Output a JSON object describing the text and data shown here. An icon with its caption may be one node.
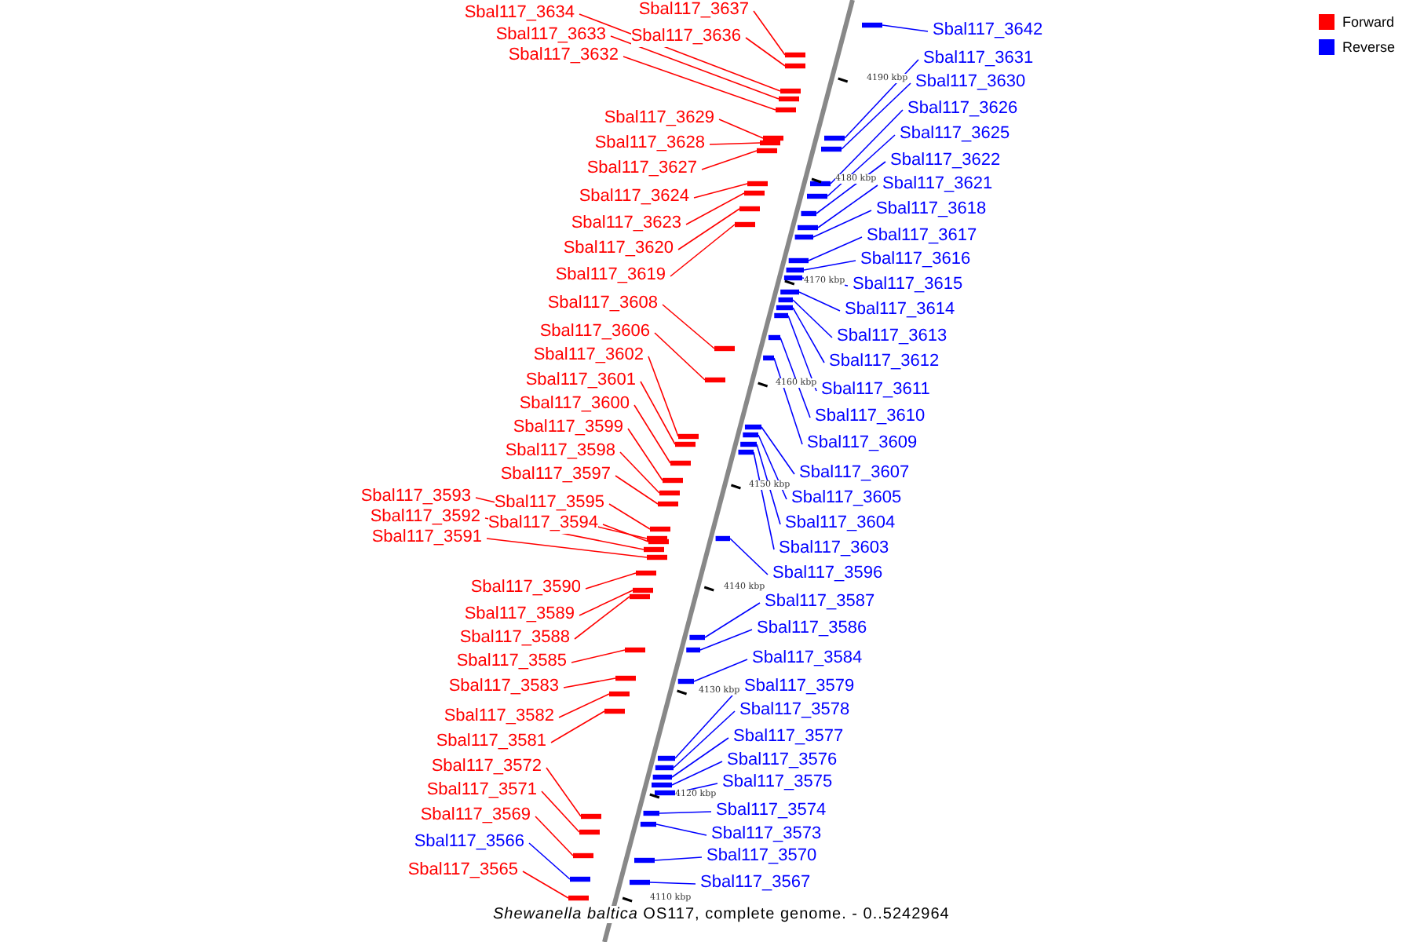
{
  "diagram": {
    "caption": "*Shewanella baltica* OS117, complete genome. - 0..5242964",
    "nodes": [
      {
        "text": [
          "Sbal117_3637"
        ]
      },
      {
        "text": [
          "Sbal117_3634"
        ]
      },
      {
        "text": [
          "Sbal117_3642"
        ]
      },
      {
        "text": [
          "Sbal117_3633"
        ]
      },
      {
        "text": [
          "Sbal117_3636"
        ]
      },
      {
        "text": [
          "Sbal117_3632"
        ]
      },
      {
        "text": [
          "Sbal117_3631"
        ]
      },
      {
        "text": [
          "Sbal117_3630"
        ]
      },
      {
        "text": [
          "Sbal117_3626"
        ]
      },
      {
        "text": [
          "Sbal117_3629"
        ]
      },
      {
        "text": [
          "Sbal117_3625"
        ]
      },
      {
        "text": [
          "Sbal117_3628"
        ]
      },
      {
        "text": [
          "Sbal117_3622"
        ]
      },
      {
        "text": [
          "Sbal117_3627"
        ]
      },
      {
        "text": [
          "Sbal117_3621"
        ]
      },
      {
        "text": [
          "Sbal117_3624"
        ]
      },
      {
        "text": [
          "Sbal117_3618"
        ]
      },
      {
        "text": [
          "Sbal117_3623"
        ]
      },
      {
        "text": [
          "Sbal117_3617"
        ]
      },
      {
        "text": [
          "Sbal117_3620"
        ]
      },
      {
        "text": [
          "Sbal117_3616"
        ]
      },
      {
        "text": [
          "Sbal117_3619"
        ]
      },
      {
        "text": [
          "Sbal117_3615"
        ]
      },
      {
        "text": [
          "Sbal117_3608"
        ]
      },
      {
        "text": [
          "Sbal117_3614"
        ]
      },
      {
        "text": [
          "Sbal117_3606"
        ]
      },
      {
        "text": [
          "Sbal117_3613"
        ]
      },
      {
        "text": [
          "Sbal117_3602"
        ]
      },
      {
        "text": [
          "Sbal117_3612"
        ]
      },
      {
        "text": [
          "Sbal117_3601"
        ]
      },
      {
        "text": [
          "Sbal117_3611"
        ]
      },
      {
        "text": [
          "Sbal117_3600"
        ]
      },
      {
        "text": [
          "Sbal117_3610"
        ]
      },
      {
        "text": [
          "Sbal117_3599"
        ]
      },
      {
        "text": [
          "Sbal117_3609"
        ]
      },
      {
        "text": [
          "Sbal117_3598"
        ]
      },
      {
        "text": [
          "Sbal117_3607"
        ]
      },
      {
        "text": [
          "Sbal117_3597"
        ]
      },
      {
        "text": [
          "Sbal117_3593"
        ]
      },
      {
        "text": [
          "Sbal117_3605"
        ]
      },
      {
        "text": [
          "Sbal117_3595"
        ]
      },
      {
        "text": [
          "Sbal117_3592"
        ]
      },
      {
        "text": [
          "Sbal117_3594"
        ]
      },
      {
        "text": [
          "Sbal117_3604"
        ]
      },
      {
        "text": [
          "Sbal117_3591"
        ]
      },
      {
        "text": [
          "Sbal117_3603"
        ]
      },
      {
        "text": [
          "Sbal117_3596"
        ]
      },
      {
        "text": [
          "Sbal117_3590"
        ]
      },
      {
        "text": [
          "Sbal117_3587"
        ]
      },
      {
        "text": [
          "Sbal117_3589"
        ]
      },
      {
        "text": [
          "Sbal117_3586"
        ]
      },
      {
        "text": [
          "Sbal117_3588"
        ]
      },
      {
        "text": [
          "Sbal117_3584"
        ]
      },
      {
        "text": [
          "Sbal117_3585"
        ]
      },
      {
        "text": [
          "Sbal117_3579"
        ]
      },
      {
        "text": [
          "Sbal117_3583"
        ]
      },
      {
        "text": [
          "Sbal117_3578"
        ]
      },
      {
        "text": [
          "Sbal117_3582"
        ]
      },
      {
        "text": [
          "Sbal117_3577"
        ]
      },
      {
        "text": [
          "Sbal117_3581"
        ]
      },
      {
        "text": [
          "Sbal117_3576"
        ]
      },
      {
        "text": [
          "Sbal117_3572"
        ]
      },
      {
        "text": [
          "Sbal117_3575"
        ]
      },
      {
        "text": [
          "Sbal117_3571"
        ]
      },
      {
        "text": [
          "Sbal117_3574"
        ]
      },
      {
        "text": [
          "Sbal117_3569"
        ]
      },
      {
        "text": [
          "Sbal117_3573"
        ]
      },
      {
        "text": [
          "Sbal117_3566"
        ]
      },
      {
        "text": [
          "Sbal117_3570"
        ]
      },
      {
        "text": [
          "Sbal117_3565"
        ]
      },
      {
        "text": [
          "Sbal117_3567"
        ]
      },
      {
        "text": [],
        "shape": "bar"
      },
      {
        "text": [],
        "shape": "bar"
      },
      {
        "text": [],
        "shape": "bar"
      },
      {
        "text": [],
        "shape": "bar"
      },
      {
        "text": [],
        "shape": "bar"
      },
      {
        "text": [],
        "shape": "bar"
      },
      {
        "text": [],
        "shape": "bar"
      },
      {
        "text": [],
        "shape": "bar"
      },
      {
        "text": [],
        "shape": "bar"
      },
      {
        "text": [],
        "shape": "bar"
      },
      {
        "text": [],
        "shape": "bar"
      },
      {
        "text": [],
        "shape": "bar"
      },
      {
        "text": [],
        "shape": "bar"
      },
      {
        "text": [],
        "shape": "bar"
      },
      {
        "text": [],
        "shape": "bar"
      },
      {
        "text": [],
        "shape": "bar"
      },
      {
        "text": [],
        "shape": "bar"
      },
      {
        "text": [],
        "shape": "bar"
      },
      {
        "text": [],
        "shape": "bar"
      },
      {
        "text": [],
        "shape": "bar"
      },
      {
        "text": [],
        "shape": "bar"
      },
      {
        "text": [],
        "shape": "bar"
      },
      {
        "text": [],
        "shape": "bar"
      },
      {
        "text": [],
        "shape": "bar"
      },
      {
        "text": [],
        "shape": "bar"
      },
      {
        "text": [],
        "shape": "bar"
      },
      {
        "text": [],
        "shape": "bar"
      },
      {
        "text": [],
        "shape": "bar"
      },
      {
        "text": [],
        "shape": "bar"
      },
      {
        "text": [],
        "shape": "bar"
      },
      {
        "text": [],
        "shape": "bar"
      },
      {
        "text": [],
        "shape": "bar"
      },
      {
        "text": [],
        "shape": "bar"
      },
      {
        "text": [],
        "shape": "bar"
      },
      {
        "text": [],
        "shape": "bar"
      },
      {
        "text": [],
        "shape": "bar"
      },
      {
        "text": [],
        "shape": "bar"
      },
      {
        "text": [],
        "shape": "bar"
      },
      {
        "text": [],
        "shape": "bar"
      },
      {
        "text": [],
        "shape": "bar"
      },
      {
        "text": [],
        "shape": "bar"
      },
      {
        "text": [],
        "shape": "bar"
      },
      {
        "text": [],
        "shape": "bar"
      },
      {
        "text": [],
        "shape": "bar"
      },
      {
        "text": [],
        "shape": "bar"
      },
      {
        "text": [],
        "shape": "bar"
      },
      {
        "text": [],
        "shape": "bar"
      },
      {
        "text": [],
        "shape": "bar"
      },
      {
        "text": [],
        "shape": "bar"
      },
      {
        "text": [],
        "shape": "bar"
      },
      {
        "text": [],
        "shape": "bar"
      },
      {
        "text": [],
        "shape": "bar"
      },
      {
        "text": [],
        "shape": "bar"
      },
      {
        "text": [],
        "shape": "bar"
      },
      {
        "text": [],
        "shape": "bar"
      },
      {
        "text": [],
        "shape": "bar"
      },
      {
        "text": [],
        "shape": "bar"
      },
      {
        "text": [],
        "shape": "bar"
      },
      {
        "text": [],
        "shape": "bar"
      },
      {
        "text": [],
        "shape": "bar"
      },
      {
        "text": [],
        "shape": "bar"
      },
      {
        "text": [],
        "shape": "bar"
      },
      {
        "text": [],
        "shape": "bar"
      },
      {
        "text": [],
        "shape": "bar"
      },
      {
        "text": [],
        "shape": "bar"
      },
      {
        "text": [],
        "shape": "bar"
      },
      {
        "text": [],
        "shape": "bar"
      },
      {
        "text": [],
        "shape": "bar"
      },
      {
        "text": [],
        "shape": "bar"
      },
      {
        "text": [],
        "shape": "bar"
      },
      {
        "text": [],
        "shape": "bar"
      }
    ],
    "edges": [
      {
        "from": 0,
        "to": 71,
        "arrow": "none"
      },
      {
        "from": 1,
        "to": 72,
        "arrow": "none"
      },
      {
        "from": 2,
        "to": 73,
        "arrow": "none",
        "color": "#0000ff"
      },
      {
        "from": 3,
        "to": 74,
        "arrow": "none"
      },
      {
        "from": 4,
        "to": 75,
        "arrow": "none"
      },
      {
        "from": 5,
        "to": 76,
        "arrow": "none"
      },
      {
        "from": 6,
        "to": 77,
        "arrow": "none",
        "color": "#0000ff"
      },
      {
        "from": 7,
        "to": 78,
        "arrow": "none",
        "color": "#0000ff"
      },
      {
        "from": 8,
        "to": 79,
        "arrow": "none",
        "color": "#0000ff"
      },
      {
        "from": 9,
        "to": 80,
        "arrow": "none"
      },
      {
        "from": 10,
        "to": 81,
        "arrow": "none",
        "color": "#0000ff"
      },
      {
        "from": 11,
        "to": 82,
        "arrow": "none"
      },
      {
        "from": 12,
        "to": 83,
        "arrow": "none",
        "color": "#0000ff"
      },
      {
        "from": 13,
        "to": 84,
        "arrow": "none"
      },
      {
        "from": 14,
        "to": 85,
        "arrow": "none",
        "color": "#0000ff"
      },
      {
        "from": 15,
        "to": 86,
        "arrow": "none"
      },
      {
        "from": 16,
        "to": 87,
        "arrow": "none",
        "color": "#0000ff"
      },
      {
        "from": 17,
        "to": 88,
        "arrow": "none"
      },
      {
        "from": 18,
        "to": 89,
        "arrow": "none",
        "color": "#0000ff"
      },
      {
        "from": 19,
        "to": 90,
        "arrow": "none"
      },
      {
        "from": 20,
        "to": 91,
        "arrow": "none",
        "color": "#0000ff"
      },
      {
        "from": 21,
        "to": 92,
        "arrow": "none"
      },
      {
        "from": 22,
        "to": 93,
        "arrow": "none",
        "color": "#0000ff"
      },
      {
        "from": 23,
        "to": 94,
        "arrow": "none"
      },
      {
        "from": 24,
        "to": 95,
        "arrow": "none",
        "color": "#0000ff"
      },
      {
        "from": 25,
        "to": 96,
        "arrow": "none"
      },
      {
        "from": 26,
        "to": 97,
        "arrow": "none",
        "color": "#0000ff"
      },
      {
        "from": 27,
        "to": 98,
        "arrow": "none"
      },
      {
        "from": 28,
        "to": 99,
        "arrow": "none",
        "color": "#0000ff"
      },
      {
        "from": 29,
        "to": 100,
        "arrow": "none"
      },
      {
        "from": 30,
        "to": 101,
        "arrow": "none",
        "color": "#0000ff"
      },
      {
        "from": 31,
        "to": 102,
        "arrow": "none"
      },
      {
        "from": 32,
        "to": 103,
        "arrow": "none",
        "color": "#0000ff"
      },
      {
        "from": 33,
        "to": 104,
        "arrow": "none"
      },
      {
        "from": 34,
        "to": 105,
        "arrow": "none",
        "color": "#0000ff"
      },
      {
        "from": 35,
        "to": 106,
        "arrow": "none"
      },
      {
        "from": 36,
        "to": 107,
        "arrow": "none",
        "color": "#0000ff"
      },
      {
        "from": 37,
        "to": 108,
        "arrow": "none"
      },
      {
        "from": 38,
        "to": 109,
        "arrow": "none"
      },
      {
        "from": 39,
        "to": 110,
        "arrow": "none",
        "color": "#0000ff"
      },
      {
        "from": 40,
        "to": 111,
        "arrow": "none"
      },
      {
        "from": 41,
        "to": 112,
        "arrow": "none"
      },
      {
        "from": 42,
        "to": 113,
        "arrow": "none"
      },
      {
        "from": 43,
        "to": 114,
        "arrow": "none",
        "color": "#0000ff"
      },
      {
        "from": 44,
        "to": 115,
        "arrow": "none"
      },
      {
        "from": 45,
        "to": 116,
        "arrow": "none",
        "color": "#0000ff"
      },
      {
        "from": 46,
        "to": 117,
        "arrow": "none",
        "color": "#0000ff"
      },
      {
        "from": 47,
        "to": 118,
        "arrow": "none"
      },
      {
        "from": 48,
        "to": 119,
        "arrow": "none",
        "color": "#0000ff"
      },
      {
        "from": 49,
        "to": 120,
        "arrow": "none"
      },
      {
        "from": 50,
        "to": 121,
        "arrow": "none",
        "color": "#0000ff"
      },
      {
        "from": 51,
        "to": 122,
        "arrow": "none"
      },
      {
        "from": 52,
        "to": 123,
        "arrow": "none",
        "color": "#0000ff"
      },
      {
        "from": 53,
        "to": 124,
        "arrow": "none"
      },
      {
        "from": 54,
        "to": 125,
        "arrow": "none",
        "color": "#0000ff"
      },
      {
        "from": 55,
        "to": 126,
        "arrow": "none"
      },
      {
        "from": 56,
        "to": 127,
        "arrow": "none",
        "color": "#0000ff"
      },
      {
        "from": 57,
        "to": 128,
        "arrow": "none"
      },
      {
        "from": 58,
        "to": 129,
        "arrow": "none",
        "color": "#0000ff"
      },
      {
        "from": 59,
        "to": 130,
        "arrow": "none"
      },
      {
        "from": 60,
        "to": 131,
        "arrow": "none",
        "color": "#0000ff"
      },
      {
        "from": 61,
        "to": 132,
        "arrow": "none"
      },
      {
        "from": 62,
        "to": 133,
        "arrow": "none",
        "color": "#0000ff"
      },
      {
        "from": 63,
        "to": 134,
        "arrow": "none"
      },
      {
        "from": 64,
        "to": 135,
        "arrow": "none",
        "color": "#0000ff"
      },
      {
        "from": 65,
        "to": 136,
        "arrow": "none"
      },
      {
        "from": 66,
        "to": 137,
        "arrow": "none",
        "color": "#0000ff"
      },
      {
        "from": 67,
        "to": 138,
        "arrow": "none",
        "color": "#0000ff"
      },
      {
        "from": 68,
        "to": 139,
        "arrow": "none",
        "color": "#0000ff"
      },
      {
        "from": 69,
        "to": 140,
        "arrow": "none"
      },
      {
        "from": 70,
        "to": 141,
        "arrow": "none",
        "color": "#0000ff"
      }
    ],
    "labels": [
      "4190 kbp",
      "4180 kbp",
      "4170 kbp",
      "4160 kbp",
      "4150 kbp",
      "4140 kbp",
      "4130 kbp",
      "4120 kbp",
      "4110 kbp"
    ],
    "legend": [
      {
        "text": "Forward",
        "color": "#ff0000"
      },
      {
        "text": "Reverse",
        "color": "#0000ff"
      }
    ]
  }
}
